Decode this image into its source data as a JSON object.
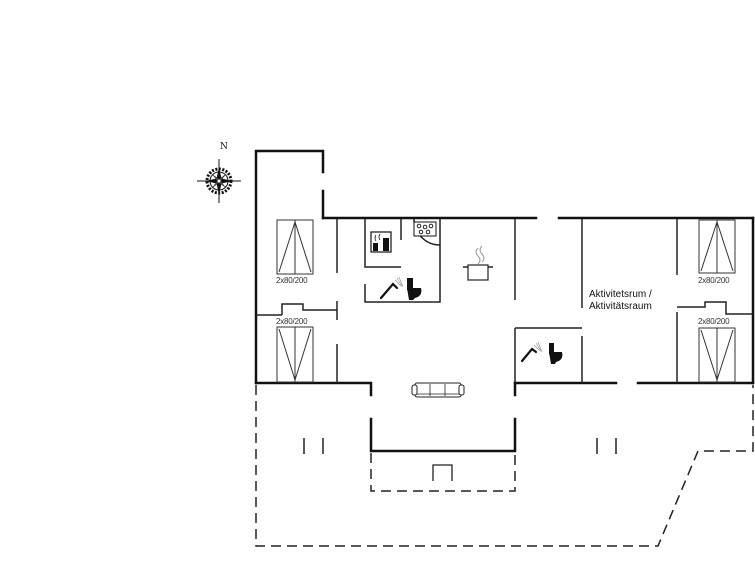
{
  "compass": {
    "north_label": "N"
  },
  "rooms": [
    {
      "id": "activity-room",
      "label_line1": "Aktivitetsrum /",
      "label_line2": "Aktivitätsraum"
    }
  ],
  "beds": [
    {
      "id": "bed-left-top",
      "size": "2x80/200"
    },
    {
      "id": "bed-left-bottom",
      "size": "2x80/200"
    },
    {
      "id": "bed-right-top",
      "size": "2x80/200"
    },
    {
      "id": "bed-right-bottom",
      "size": "2x80/200"
    }
  ],
  "icons": {
    "compass": "compass-rose-icon",
    "kitchen": "cooking-pot-icon",
    "sofa": "sofa-icon",
    "bathroom_main": [
      "shower-icon",
      "toilet-icon"
    ],
    "bathroom_secondary": [
      "shower-icon",
      "toilet-icon"
    ],
    "sauna": "sauna-icon",
    "whirlpool": "whirlpool-icon",
    "fireplace": "fireplace-icon"
  },
  "colors": {
    "wall": "#111111",
    "line": "#222222",
    "background": "#ffffff"
  }
}
